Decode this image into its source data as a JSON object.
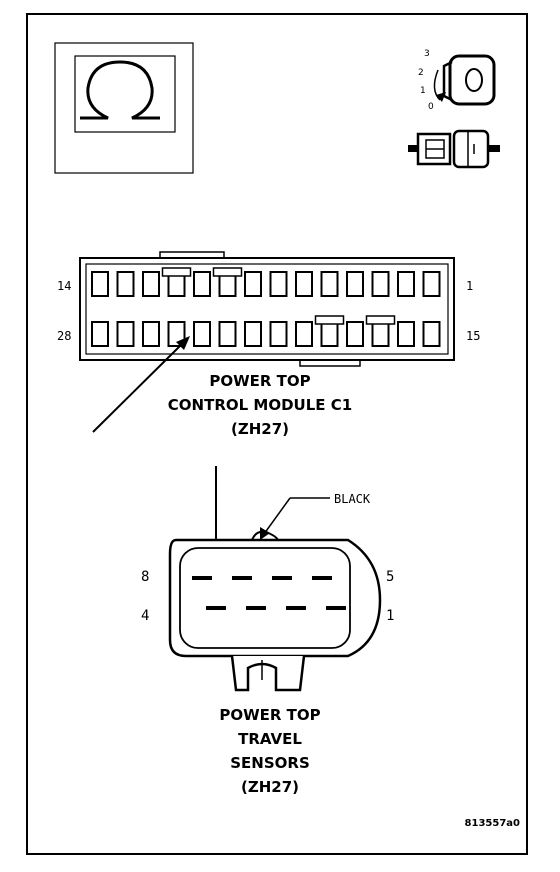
{
  "c1": {
    "pin_top_left": "14",
    "pin_top_right": "1",
    "pin_bottom_left": "28",
    "pin_bottom_right": "15",
    "title_line1": "POWER TOP",
    "title_line2": "CONTROL MODULE C1",
    "title_line3": "(ZH27)"
  },
  "sensor": {
    "callout": "BLACK",
    "pin_top_left": "8",
    "pin_top_right": "5",
    "pin_bottom_left": "4",
    "pin_bottom_right": "1",
    "title_line1": "POWER TOP",
    "title_line2": "TRAVEL",
    "title_line3": "SENSORS",
    "title_line4": "(ZH27)"
  },
  "ignition_key": {
    "pos3": "3",
    "pos2": "2",
    "pos1": "1",
    "pos0": "0"
  },
  "figure_ref": "813557a0",
  "icons": [
    "ohm-meter-icon",
    "ignition-key-icon",
    "connector-icon"
  ]
}
